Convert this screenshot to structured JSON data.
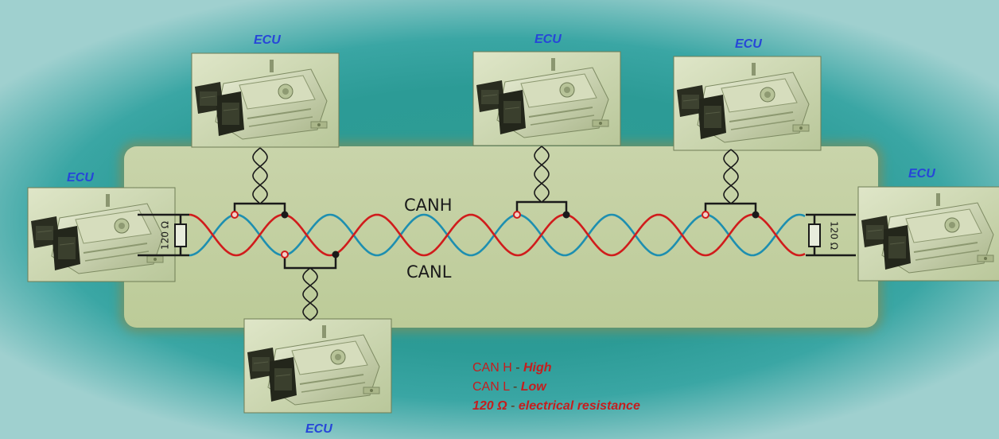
{
  "ecus": {
    "top_left": "ECU",
    "top_mid": "ECU",
    "top_right": "ECU",
    "left": "ECU",
    "right": "ECU",
    "bottom": "ECU"
  },
  "lines": {
    "high": "CANH",
    "low": "CANL"
  },
  "terminators": {
    "left": "120 Ω",
    "right": "120 Ω"
  },
  "legend": [
    {
      "term": "CAN H",
      "sep": " - ",
      "desc": "High"
    },
    {
      "term": "CAN L",
      "sep": " - ",
      "desc": "Low"
    },
    {
      "term": "120 Ω",
      "sep": " - ",
      "desc": "electrical resistance"
    }
  ],
  "colors": {
    "canh": "#d01c1c",
    "canl": "#1e8fb0",
    "panel": "#c7d3a8",
    "ecu_label": "#2746d8"
  },
  "icons": [
    "ecu-module-icon",
    "resistor-icon",
    "twisted-pair-icon"
  ]
}
